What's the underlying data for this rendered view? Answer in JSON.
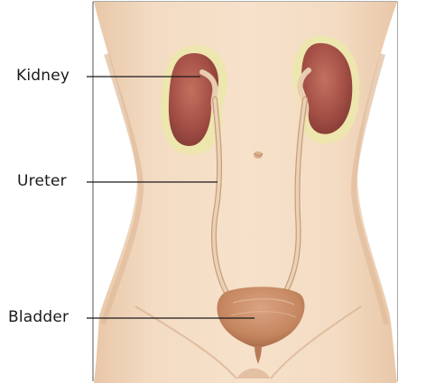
{
  "labels": {
    "kidney": "Kidney",
    "ureter": "Ureter",
    "bladder": "Bladder"
  },
  "colors": {
    "skin": "#f1d7bd",
    "skin_shadow": "#e3bf9f",
    "kidney": "#a8544a",
    "fat_capsule": "#ebe3a8",
    "ureter": "#e8c9a8",
    "bladder": "#c98d6a",
    "leader_line": "#1a1a1a",
    "frame": "#4a4a4a"
  }
}
